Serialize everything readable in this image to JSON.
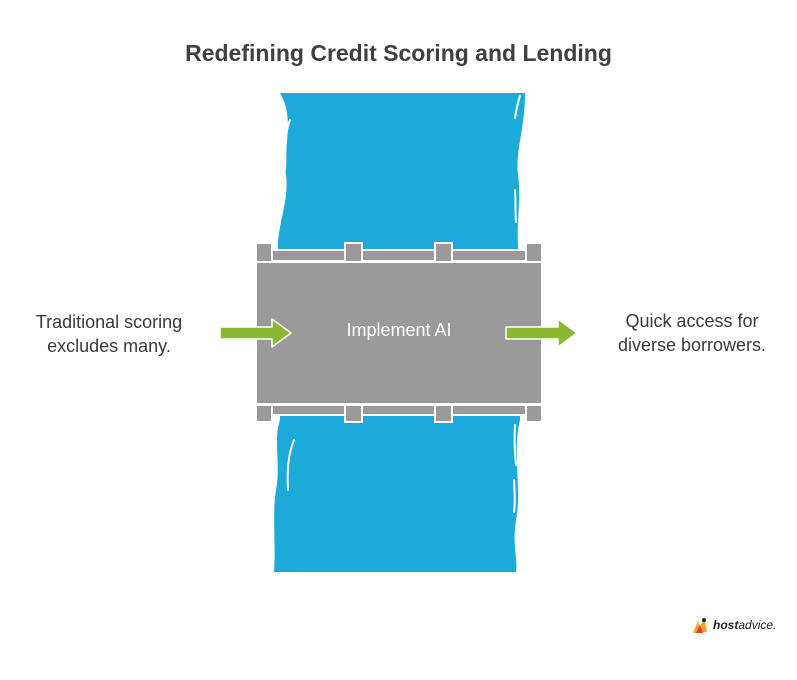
{
  "title": "Redefining Credit Scoring and Lending",
  "diagram": {
    "left_text_lines": [
      "Traditional scoring",
      "excludes many."
    ],
    "center_label": "Implement AI",
    "right_text_lines": [
      "Quick access for",
      "diverse borrowers."
    ],
    "colors": {
      "river": "#1eaad9",
      "bridge": "#9a9a9a",
      "arrow": "#8ab833",
      "outline": "#ffffff"
    }
  },
  "logo": {
    "brand_bold": "host",
    "brand_rest": "advice."
  }
}
